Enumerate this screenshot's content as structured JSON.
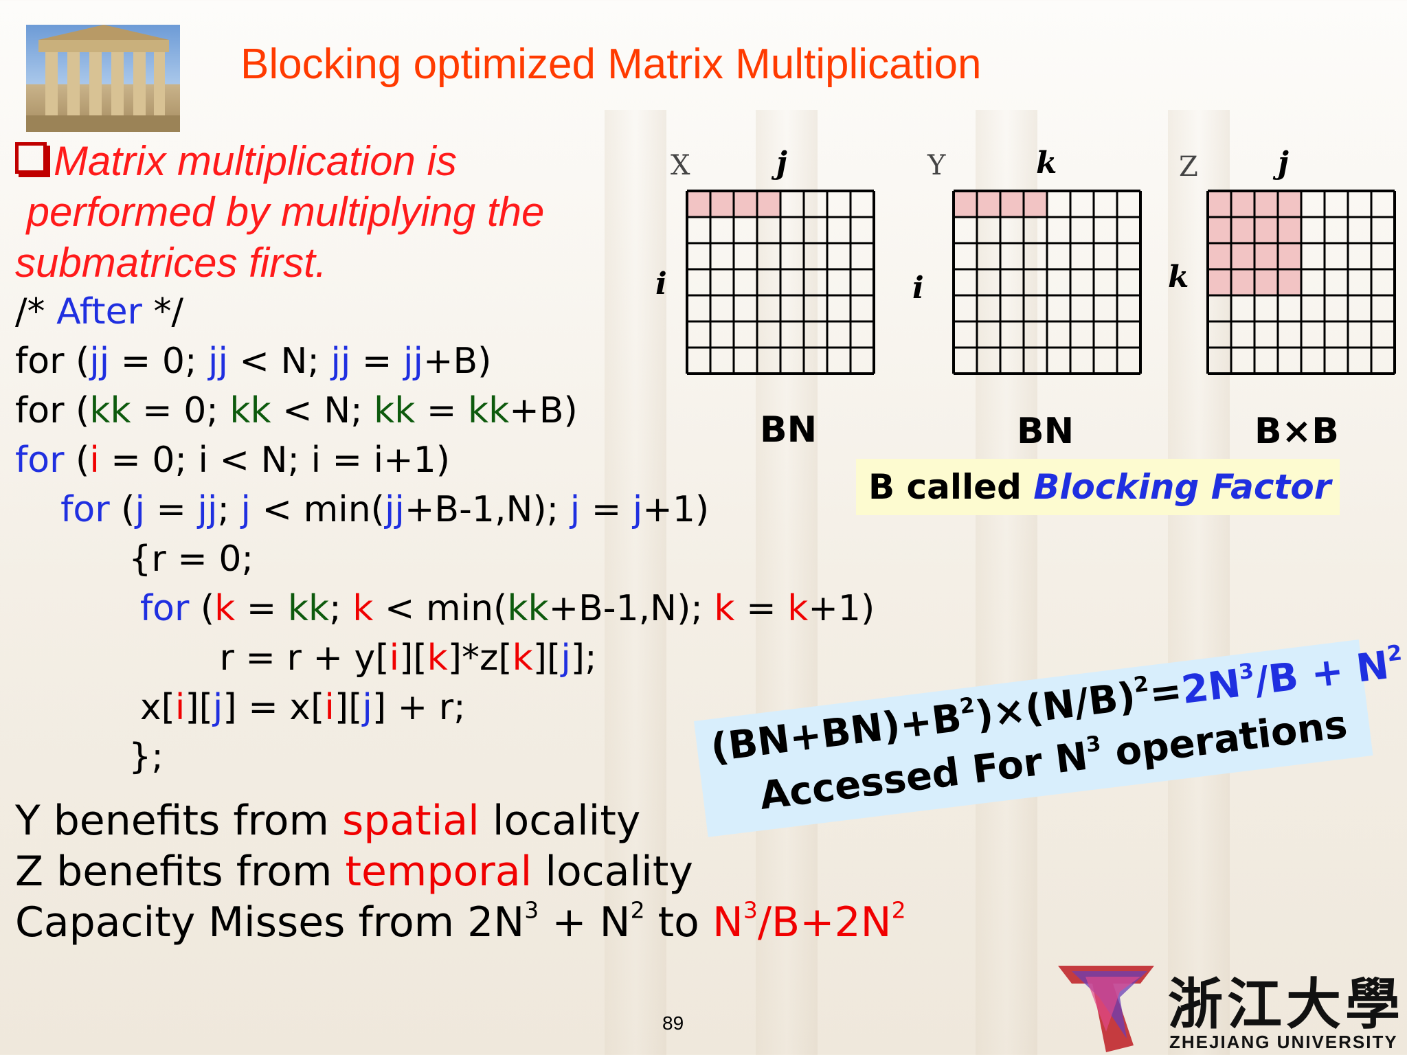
{
  "slide": {
    "title": "Blocking optimized Matrix Multiplication",
    "bullet_lines": [
      "Matrix multiplication is",
      " performed by multiplying the",
      "submatrices first."
    ],
    "page_number": "89",
    "colors": {
      "title": "#ff3a00",
      "emphasis": "#ff1a1a",
      "keyword": "#1f2fe0",
      "var_kk": "#0d5a0d",
      "callout_bg": "#d8eefc",
      "factor_bg": "#fdfbd0"
    }
  },
  "code": {
    "line1": [
      [
        "/* ",
        ""
      ],
      [
        "After",
        "blue"
      ],
      [
        " */",
        ""
      ]
    ],
    "line2": [
      [
        "for (",
        ""
      ],
      [
        "jj",
        "blue"
      ],
      [
        " = 0; ",
        ""
      ],
      [
        "jj",
        "blue"
      ],
      [
        " < N; ",
        ""
      ],
      [
        "jj",
        "blue"
      ],
      [
        " = ",
        ""
      ],
      [
        "jj",
        "blue"
      ],
      [
        "+B)",
        ""
      ]
    ],
    "line3": [
      [
        "for (",
        ""
      ],
      [
        "kk",
        "green"
      ],
      [
        " = 0; ",
        ""
      ],
      [
        "kk",
        "green"
      ],
      [
        " < N; ",
        ""
      ],
      [
        "kk",
        "green"
      ],
      [
        " = ",
        ""
      ],
      [
        "kk",
        "green"
      ],
      [
        "+B)",
        ""
      ]
    ],
    "line4": [
      [
        "for",
        "blue"
      ],
      [
        " (",
        ""
      ],
      [
        "i",
        "red"
      ],
      [
        " = 0; i < N; i = i+1)",
        ""
      ]
    ],
    "line5": [
      [
        "    ",
        ""
      ],
      [
        "for",
        "blue"
      ],
      [
        " (",
        ""
      ],
      [
        "j",
        "blue"
      ],
      [
        " = ",
        ""
      ],
      [
        "jj",
        "blue"
      ],
      [
        "; ",
        ""
      ],
      [
        "j",
        "blue"
      ],
      [
        " < min(",
        ""
      ],
      [
        "jj",
        "blue"
      ],
      [
        "+B-1,N); ",
        ""
      ],
      [
        "j",
        "blue"
      ],
      [
        " = ",
        ""
      ],
      [
        "j",
        "blue"
      ],
      [
        "+1)",
        ""
      ]
    ],
    "line6": [
      [
        "          {r = 0;",
        ""
      ]
    ],
    "line7": [
      [
        "           ",
        ""
      ],
      [
        "for",
        "blue"
      ],
      [
        " (",
        ""
      ],
      [
        "k",
        "red"
      ],
      [
        " = ",
        ""
      ],
      [
        "kk",
        "green"
      ],
      [
        "; ",
        ""
      ],
      [
        "k",
        "red"
      ],
      [
        " < min(",
        ""
      ],
      [
        "kk",
        "green"
      ],
      [
        "+B-1,N); ",
        ""
      ],
      [
        "k",
        "red"
      ],
      [
        " = ",
        ""
      ],
      [
        "k",
        "red"
      ],
      [
        "+1)",
        ""
      ]
    ],
    "line8": [
      [
        "                  r = r + y[",
        ""
      ],
      [
        "i",
        "red"
      ],
      [
        "][",
        ""
      ],
      [
        "k",
        "red"
      ],
      [
        "]*z[",
        ""
      ],
      [
        "k",
        "red"
      ],
      [
        "][",
        ""
      ],
      [
        "j",
        "blue"
      ],
      [
        "];",
        ""
      ]
    ],
    "line9": [
      [
        "           x[",
        ""
      ],
      [
        "i",
        "red"
      ],
      [
        "][",
        ""
      ],
      [
        "j",
        "blue"
      ],
      [
        "] = x[",
        ""
      ],
      [
        "i",
        "red"
      ],
      [
        "][",
        ""
      ],
      [
        "j",
        "blue"
      ],
      [
        "] + r;",
        ""
      ]
    ],
    "line10": [
      [
        "          };",
        ""
      ]
    ]
  },
  "diagrams": [
    {
      "corner": "X",
      "top_label": "j",
      "side_label": "i",
      "caption": "BN",
      "rows": 7,
      "cols": 8,
      "shade_rows": 1,
      "shade_cols": 4
    },
    {
      "corner": "Y",
      "top_label": "k",
      "side_label": "i",
      "caption": "BN",
      "rows": 7,
      "cols": 8,
      "shade_rows": 1,
      "shade_cols": 4
    },
    {
      "corner": "Z",
      "top_label": "j",
      "side_label": "k",
      "caption": "B×B",
      "rows": 7,
      "cols": 8,
      "shade_rows": 4,
      "shade_cols": 4
    }
  ],
  "factor_box": {
    "prefix": "B called ",
    "emphasis": "Blocking Factor"
  },
  "callout": {
    "line1_black": "(BN+BN)+B",
    "line1_sup": "2",
    "line1_black2": ")×(N/B)",
    "line1_sup2": "2",
    "line1_eq": "=",
    "line1_blue": "2N",
    "line1_blue_sup": "3",
    "line1_blue2": "/B + N",
    "line1_blue_sup2": "2",
    "line2": "Accessed For N",
    "line2_sup": "3",
    "line2_end": " operations"
  },
  "summary": {
    "y_prefix": "Y benefits from ",
    "y_emph": "spatial",
    "y_suffix": " locality",
    "z_prefix": "Z benefits from ",
    "z_emph": "temporal",
    "z_suffix": " locality",
    "cap_prefix": "Capacity Misses from 2N",
    "cap_sup1": "3",
    "cap_mid": " + N",
    "cap_sup2": "2",
    "cap_to": " to ",
    "cap_red1": "N",
    "cap_red_sup1": "3",
    "cap_red2": "/B+2N",
    "cap_red_sup2": "2"
  },
  "logo": {
    "chinese": "浙江大學",
    "english": "ZHEJIANG UNIVERSITY"
  }
}
